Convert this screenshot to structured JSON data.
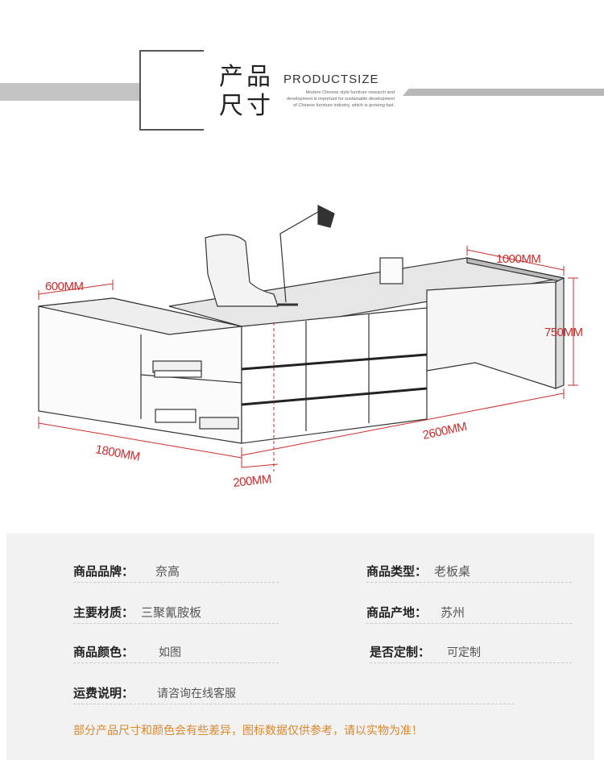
{
  "header": {
    "title_line1": "产品",
    "title_line2": "尺寸",
    "title_en": "PRODUCTSIZE",
    "subtitle_lines": [
      "Modern Chinese style furniture research and",
      "development is important for sustainable development",
      "of Chinese furniture industry, which is growing fast."
    ]
  },
  "dimensions": {
    "depth_left": "600MM",
    "depth_right": "1000MM",
    "height": "750MM",
    "length_main": "2600MM",
    "length_side": "1800MM",
    "offset": "200MM"
  },
  "colors": {
    "dimension_line": "#cc2b2b",
    "note_text": "#d8882f",
    "info_bg": "#f2f2f2"
  },
  "specs": {
    "brand": {
      "label": "商品品牌：",
      "value": "奈高"
    },
    "type": {
      "label": "商品类型：",
      "value": "老板桌"
    },
    "material": {
      "label": "主要材质：",
      "value": "三聚氰胺板"
    },
    "origin": {
      "label": "商品产地：",
      "value": "苏州"
    },
    "color": {
      "label": "商品颜色：",
      "value": "如图"
    },
    "custom": {
      "label": "是否定制：",
      "value": "可定制"
    },
    "shipping": {
      "label": "运费说明：",
      "value": "请咨询在线客服"
    }
  },
  "note": "部分产品尺寸和颜色会有些差异，图标数据仅供参考，请以实物为准！"
}
